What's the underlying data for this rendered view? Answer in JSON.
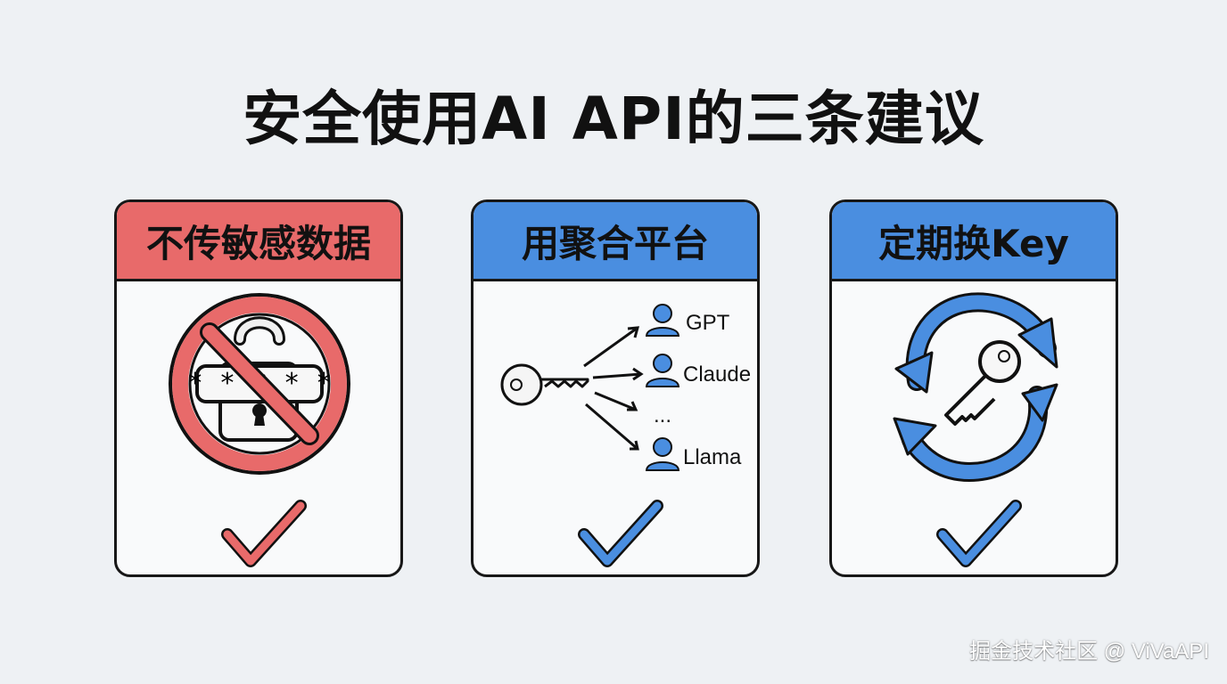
{
  "title": "安全使用AI API的三条建议",
  "colors": {
    "background": "#eef1f4",
    "red": "#e86a6a",
    "blue": "#4a8ee0",
    "outline": "#171717"
  },
  "cards": [
    {
      "heading": "不传敏感数据",
      "password_mask": "* * * * *",
      "icon": "no-password-icon",
      "check": "check-icon"
    },
    {
      "heading": "用聚合平台",
      "icon": "key-distribution-icon",
      "targets": [
        "GPT",
        "Claude",
        "...",
        "Llama"
      ],
      "check": "check-icon"
    },
    {
      "heading": "定期换Key",
      "icon": "key-rotation-icon",
      "check": "check-icon"
    }
  ],
  "watermark": "掘金技术社区 @ ViVaAPI"
}
